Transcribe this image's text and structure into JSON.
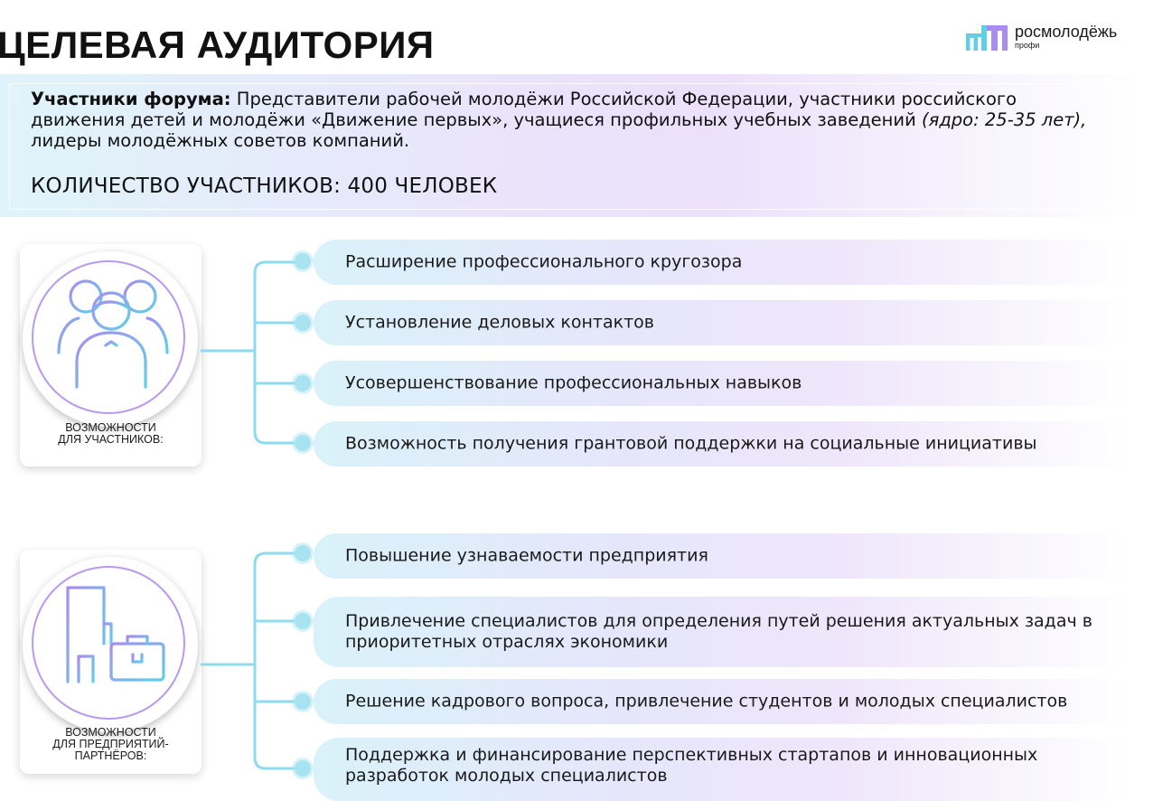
{
  "header": {
    "title": "ЦЕЛЕВАЯ АУДИТОРИЯ"
  },
  "logo": {
    "name": "росмолодёжь",
    "sub": "профи"
  },
  "colors": {
    "accent_cyan": "#5fd0e6",
    "accent_violet": "#a98cf0"
  },
  "audience": {
    "label": "Участники форума:",
    "text_part1": " Представители рабочей молодёжи Российской Федерации, участники российского движения детей и молодёжи «Движение первых», учащиеся профильных учебных заведений ",
    "core": "(ядро: 25-35 лет),",
    "text_part2": " лидеры молодёжных советов компаний.",
    "count": "КОЛИЧЕСТВО УЧАСТНИКОВ: 400 ЧЕЛОВЕК"
  },
  "participants": {
    "icon": "people-group-icon",
    "label_line1": "ВОЗМОЖНОСТИ",
    "label_line2": "ДЛЯ УЧАСТНИКОВ:",
    "items": [
      "Расширение профессионального кругозора",
      "Установление деловых контактов",
      "Усовершенствование профессиональных навыков",
      "Возможность получения грантовой поддержки на социальные инициативы"
    ]
  },
  "partners": {
    "icon": "office-building-briefcase-icon",
    "label_line1": "ВОЗМОЖНОСТИ",
    "label_line2": "ДЛЯ ПРЕДПРИЯТИЙ-",
    "label_line3": "ПАРТНЁРОВ:",
    "items": [
      "Повышение узнаваемости предприятия",
      "Привлечение специалистов для определения путей решения актуальных задач в приоритетных отраслях экономики",
      "Решение кадрового вопроса, привлечение студентов и молодых специалистов",
      "Поддержка и финансирование перспективных стартапов и инновационных разработок молодых специалистов"
    ]
  }
}
